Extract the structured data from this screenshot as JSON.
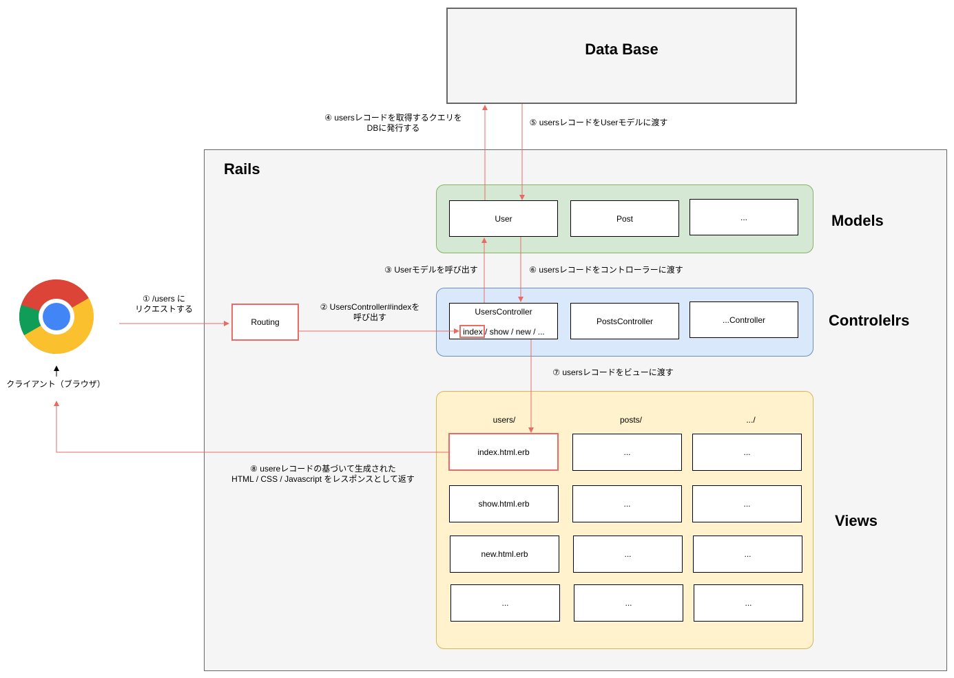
{
  "database": {
    "label": "Data Base"
  },
  "rails": {
    "title": "Rails"
  },
  "sections": {
    "models": "Models",
    "controllers": "Controlelrs",
    "views": "Views"
  },
  "models": [
    "User",
    "Post",
    "..."
  ],
  "controllers": {
    "users": {
      "title": "UsersController",
      "action_index": "index",
      "actions_rest": "/ show / new / ..."
    },
    "posts": "PostsController",
    "more": "...Controller"
  },
  "views": {
    "headers": [
      "users/",
      "posts/",
      ".../"
    ],
    "rows": [
      [
        "index.html.erb",
        "...",
        "..."
      ],
      [
        "show.html.erb",
        "...",
        "..."
      ],
      [
        "new.html.erb",
        "...",
        "..."
      ],
      [
        "...",
        "...",
        "..."
      ]
    ]
  },
  "routing": {
    "label": "Routing"
  },
  "client": {
    "label": "クライアント（ブラウザ）"
  },
  "steps": {
    "s1_line1": "① /users に",
    "s1_line2": "リクエストする",
    "s2_line1": "② UsersController#indexを",
    "s2_line2": "呼び出す",
    "s3": "③ Userモデルを呼び出す",
    "s4_line1": "④ usersレコードを取得するクエリを",
    "s4_line2": "DBに発行する",
    "s5": "⑤ usersレコードをUserモデルに渡す",
    "s6": "⑥ usersレコードをコントローラーに渡す",
    "s7": "⑦ usersレコードをビューに渡す",
    "s8_line1": "⑧ usereレコードの基づいて生成された",
    "s8_line2": "HTML / CSS / Javascript をレスポンスとして返す"
  },
  "colors": {
    "arrow": "#ea6b66",
    "models_fill": "#d5e8d4",
    "controllers_fill": "#dae8fc",
    "views_fill": "#fff2cc"
  }
}
